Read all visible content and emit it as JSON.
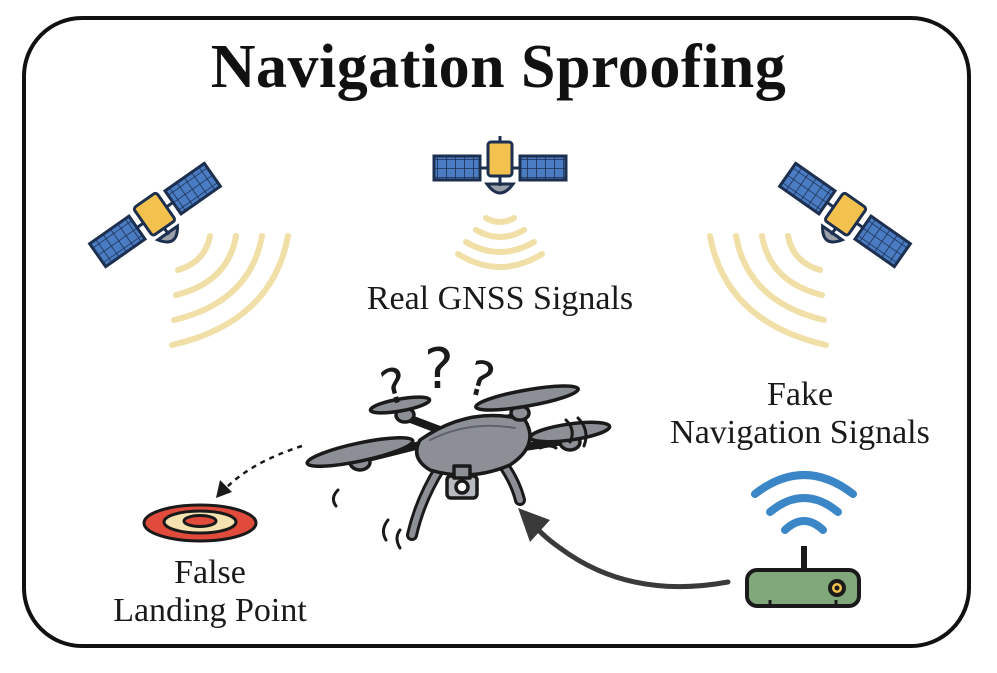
{
  "title": "Navigation Sproofing",
  "labels": {
    "real_signals": "Real GNSS Signals",
    "fake_signals_line1": "Fake",
    "fake_signals_line2": "Navigation Signals",
    "false_landing_line1": "False",
    "false_landing_line2": "Landing Point"
  },
  "question_marks": [
    "?",
    "?",
    "?"
  ],
  "colors": {
    "satellite_panel": "#3d6fb5",
    "satellite_body": "#f2c14e",
    "signal_arc": "#f3e3b3",
    "drone_body": "#8c8f96",
    "router_body": "#7fa77a",
    "wifi": "#3b86c6",
    "target_red": "#e04b3c",
    "target_cream": "#f4e3b0"
  },
  "icons": [
    "satellite-icon",
    "drone-icon",
    "router-icon",
    "wifi-icon",
    "landing-target-icon",
    "arrow-icon"
  ]
}
